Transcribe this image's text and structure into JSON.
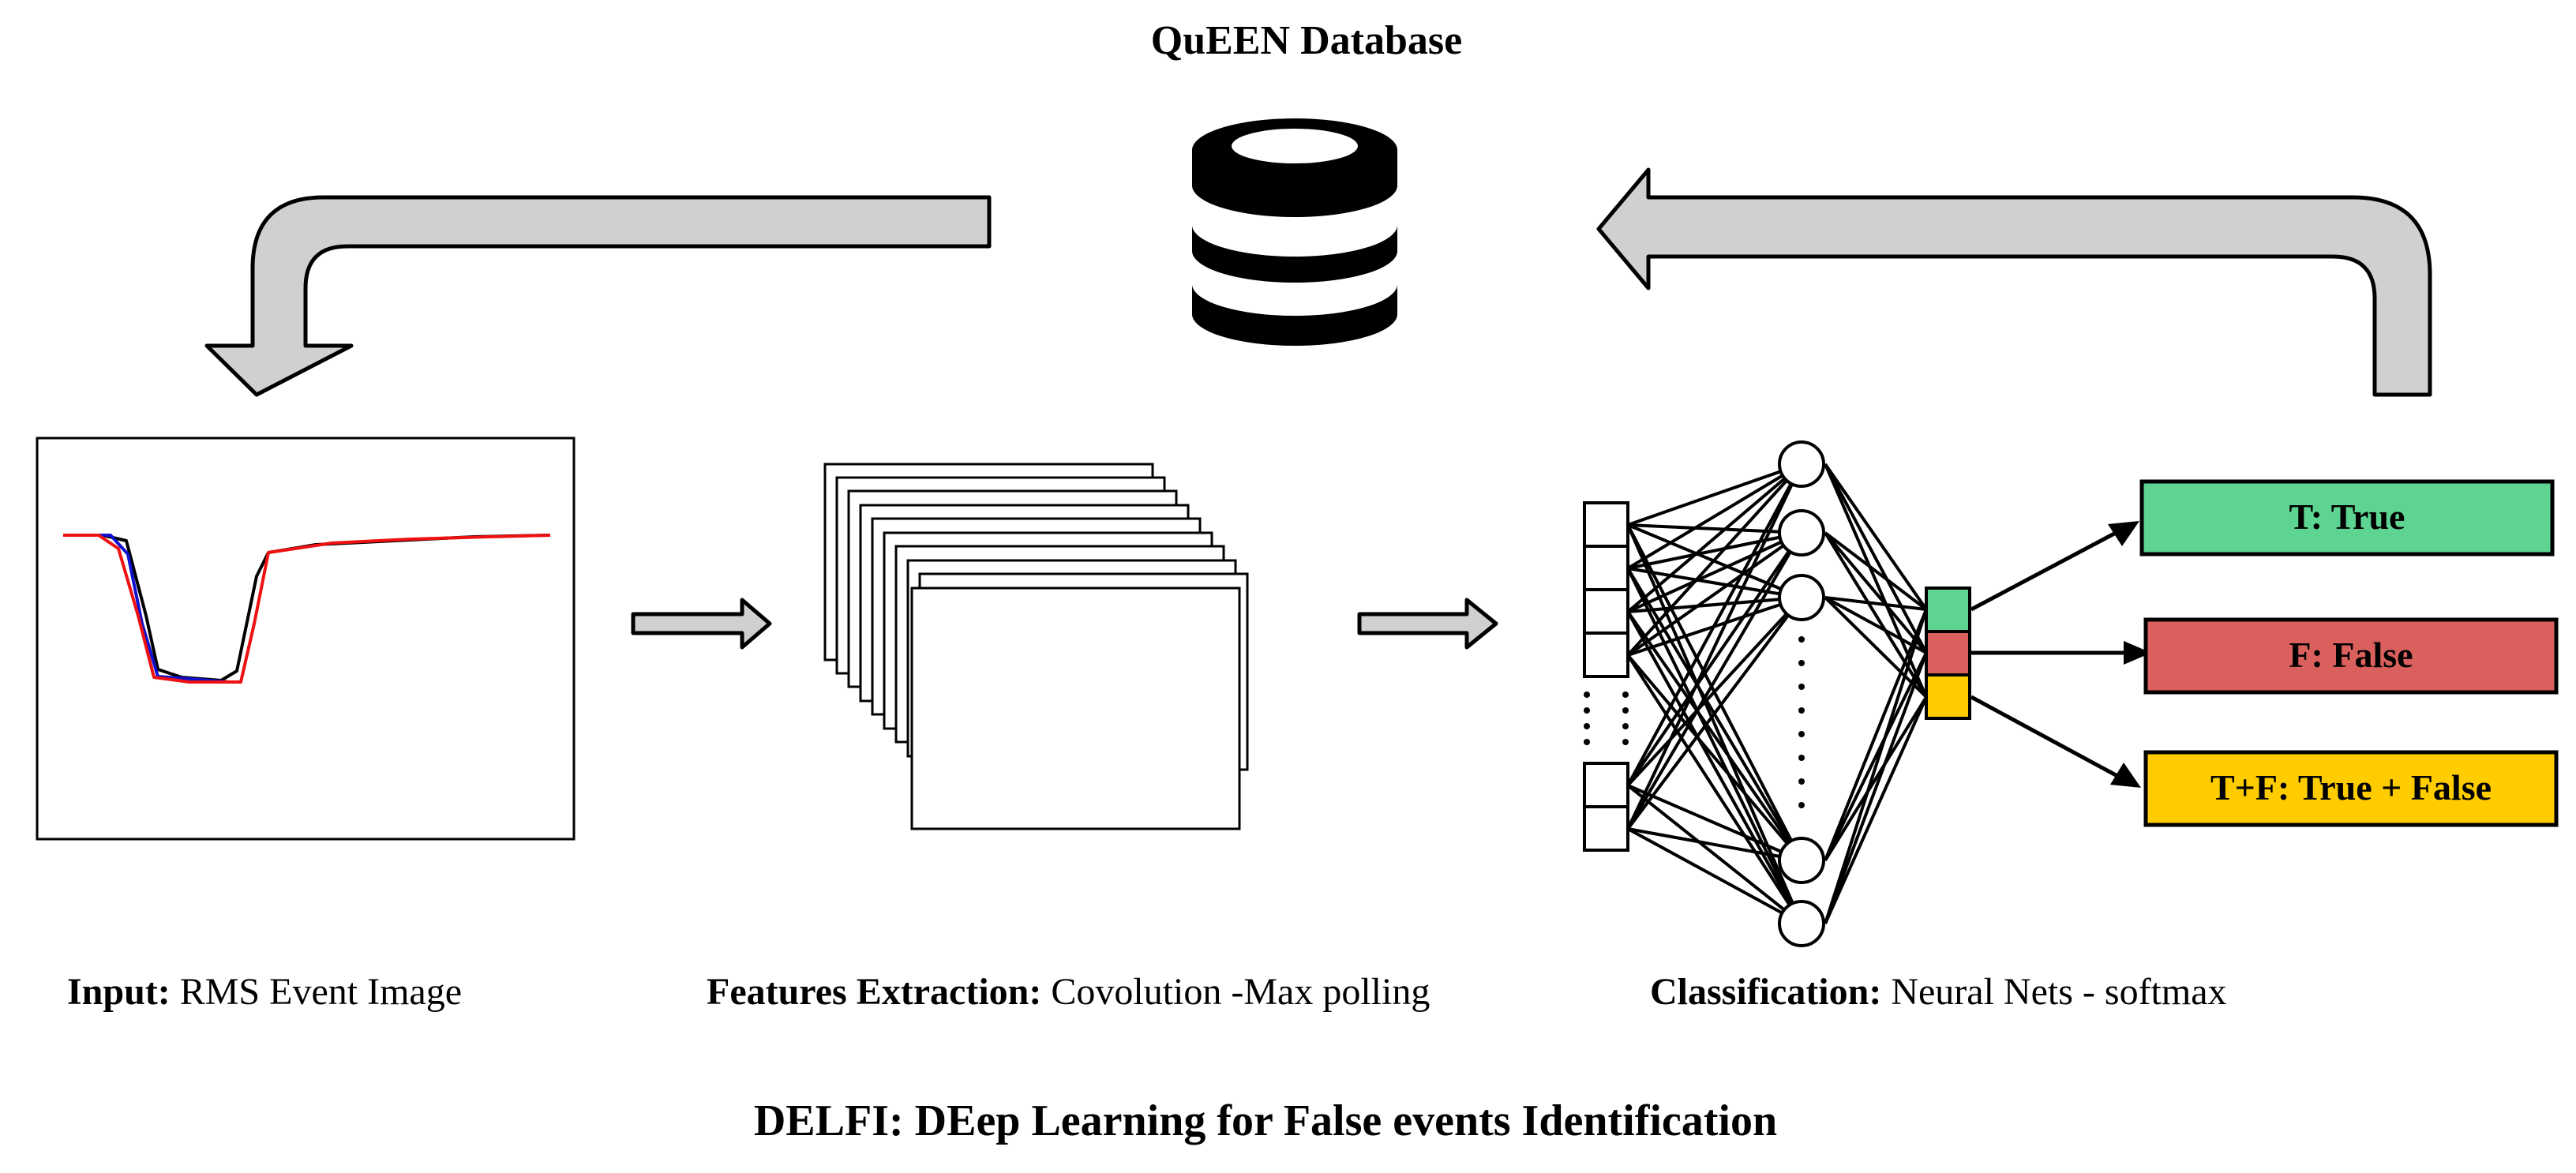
{
  "title": "QuEEN Database",
  "footer": "DELFI: DEep Learning for False events Identification",
  "captions": {
    "input": {
      "bold": "Input:",
      "rest": " RMS Event Image"
    },
    "features": {
      "bold": "Features Extraction:",
      "rest": " Covolution -Max polling"
    },
    "classification": {
      "bold": "Classification:",
      "rest": " Neural Nets - softmax"
    }
  },
  "outputs": [
    {
      "label": "T: True",
      "color": "#5dd491"
    },
    {
      "label": "F: False",
      "color": "#d9605d"
    },
    {
      "label": "T+F: True + False",
      "color": "#ffcc00"
    }
  ],
  "colors": {
    "arrow_fill": "#d0d0d0",
    "trace_black": "#000000",
    "trace_blue": "#1010d0",
    "trace_red": "#ee1111"
  }
}
